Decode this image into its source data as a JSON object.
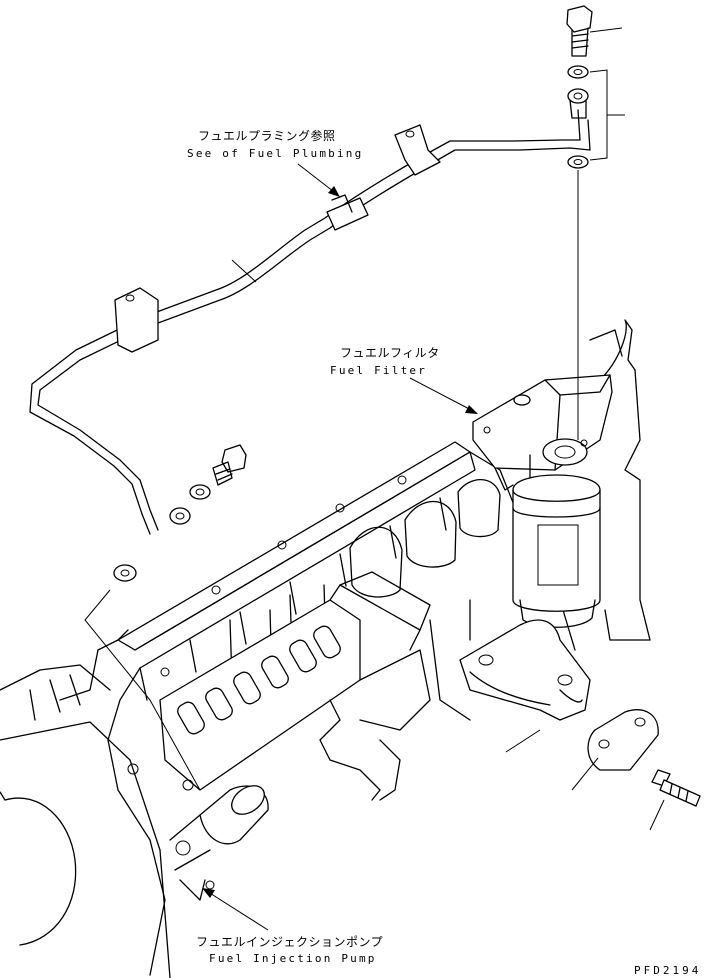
{
  "labels": {
    "plumbing_jp": "フュエルプラミング参照",
    "plumbing_en": "See of Fuel Plumbing",
    "filter_jp": "フュエルフィルタ",
    "filter_en": "Fuel Filter",
    "pump_jp": "フュエルインジェクションポンプ",
    "pump_en": "Fuel Injection Pump"
  },
  "drawing_code": "PFD2194",
  "colors": {
    "line": "#000000",
    "background": "#ffffff"
  }
}
